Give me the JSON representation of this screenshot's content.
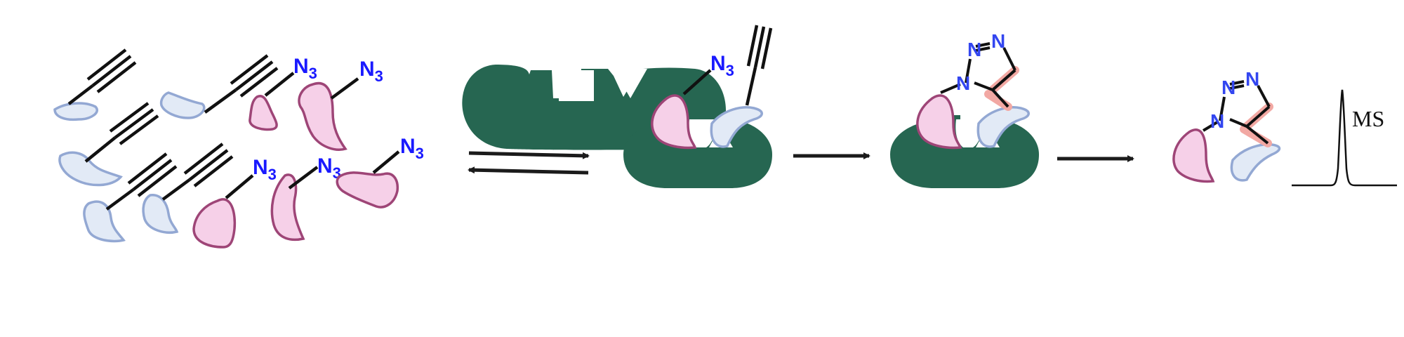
{
  "colors": {
    "protein": "#266651",
    "azide_fragment_fill": "#f6d0e8",
    "azide_fragment_stroke": "#9e4577",
    "alkyne_fragment_fill": "#e2eaf6",
    "alkyne_fragment_stroke": "#93a8d3",
    "azide_text": "#1a1aff",
    "triazole_n_text": "#3346f0",
    "new_bond_highlight": "#f2a8a3",
    "bond": "#111111"
  },
  "labels": {
    "azide_group": "N",
    "azide_subscript": "3",
    "triazole_nitrogen": "N",
    "readout": "MS"
  },
  "icons": {
    "azide_fragment": "pink-fragment-shape",
    "alkyne_fragment": "blue-fragment-shape",
    "protein_target": "green-protein-with-pockets",
    "equilibrium": "double-half-arrows",
    "reaction": "right-arrow",
    "ms_spectrum": "single-peak-trace"
  },
  "steps": [
    "fragment-mixture",
    "protein-target",
    "templated-binding",
    "in-situ-triazole-formation",
    "released-triazole-product",
    "ms-detection"
  ]
}
